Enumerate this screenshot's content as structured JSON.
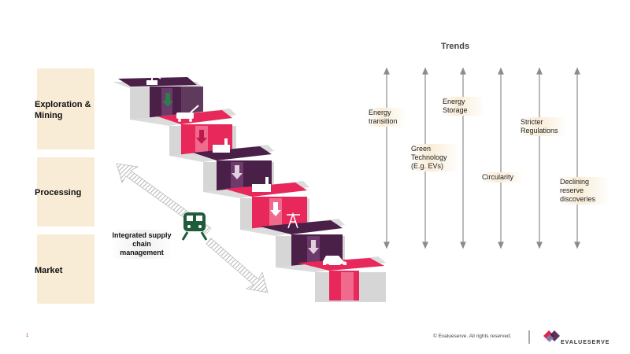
{
  "stages": [
    {
      "label": "Exploration & Mining"
    },
    {
      "label": "Processing"
    },
    {
      "label": "Market"
    }
  ],
  "trends": {
    "title": "Trends",
    "items": [
      {
        "label": "Energy transition"
      },
      {
        "label": "Green Technology (E.g. EVs)"
      },
      {
        "label": "Energy Storage"
      },
      {
        "label": "Circularity"
      },
      {
        "label": "Stricter Regulations"
      },
      {
        "label": "Declining reserve discoveries"
      }
    ]
  },
  "supply_chain": {
    "label": "Integrated supply chain management",
    "icon": "train-icon"
  },
  "step_icons": [
    "oil-rig-icon",
    "excavator-icon",
    "factory-icon",
    "factory-icon",
    "mine-tower-icon",
    "car-icon"
  ],
  "colors": {
    "purple": "#4a1f48",
    "pink": "#e8285a",
    "gray": "#c9c9c9",
    "accent": "#d9264f",
    "highlight": "#f8ecd6"
  },
  "footer": {
    "page_number": "1",
    "copyright": "© Evalueserve. All rights reserved.",
    "brand": "EVALUESERVE"
  }
}
